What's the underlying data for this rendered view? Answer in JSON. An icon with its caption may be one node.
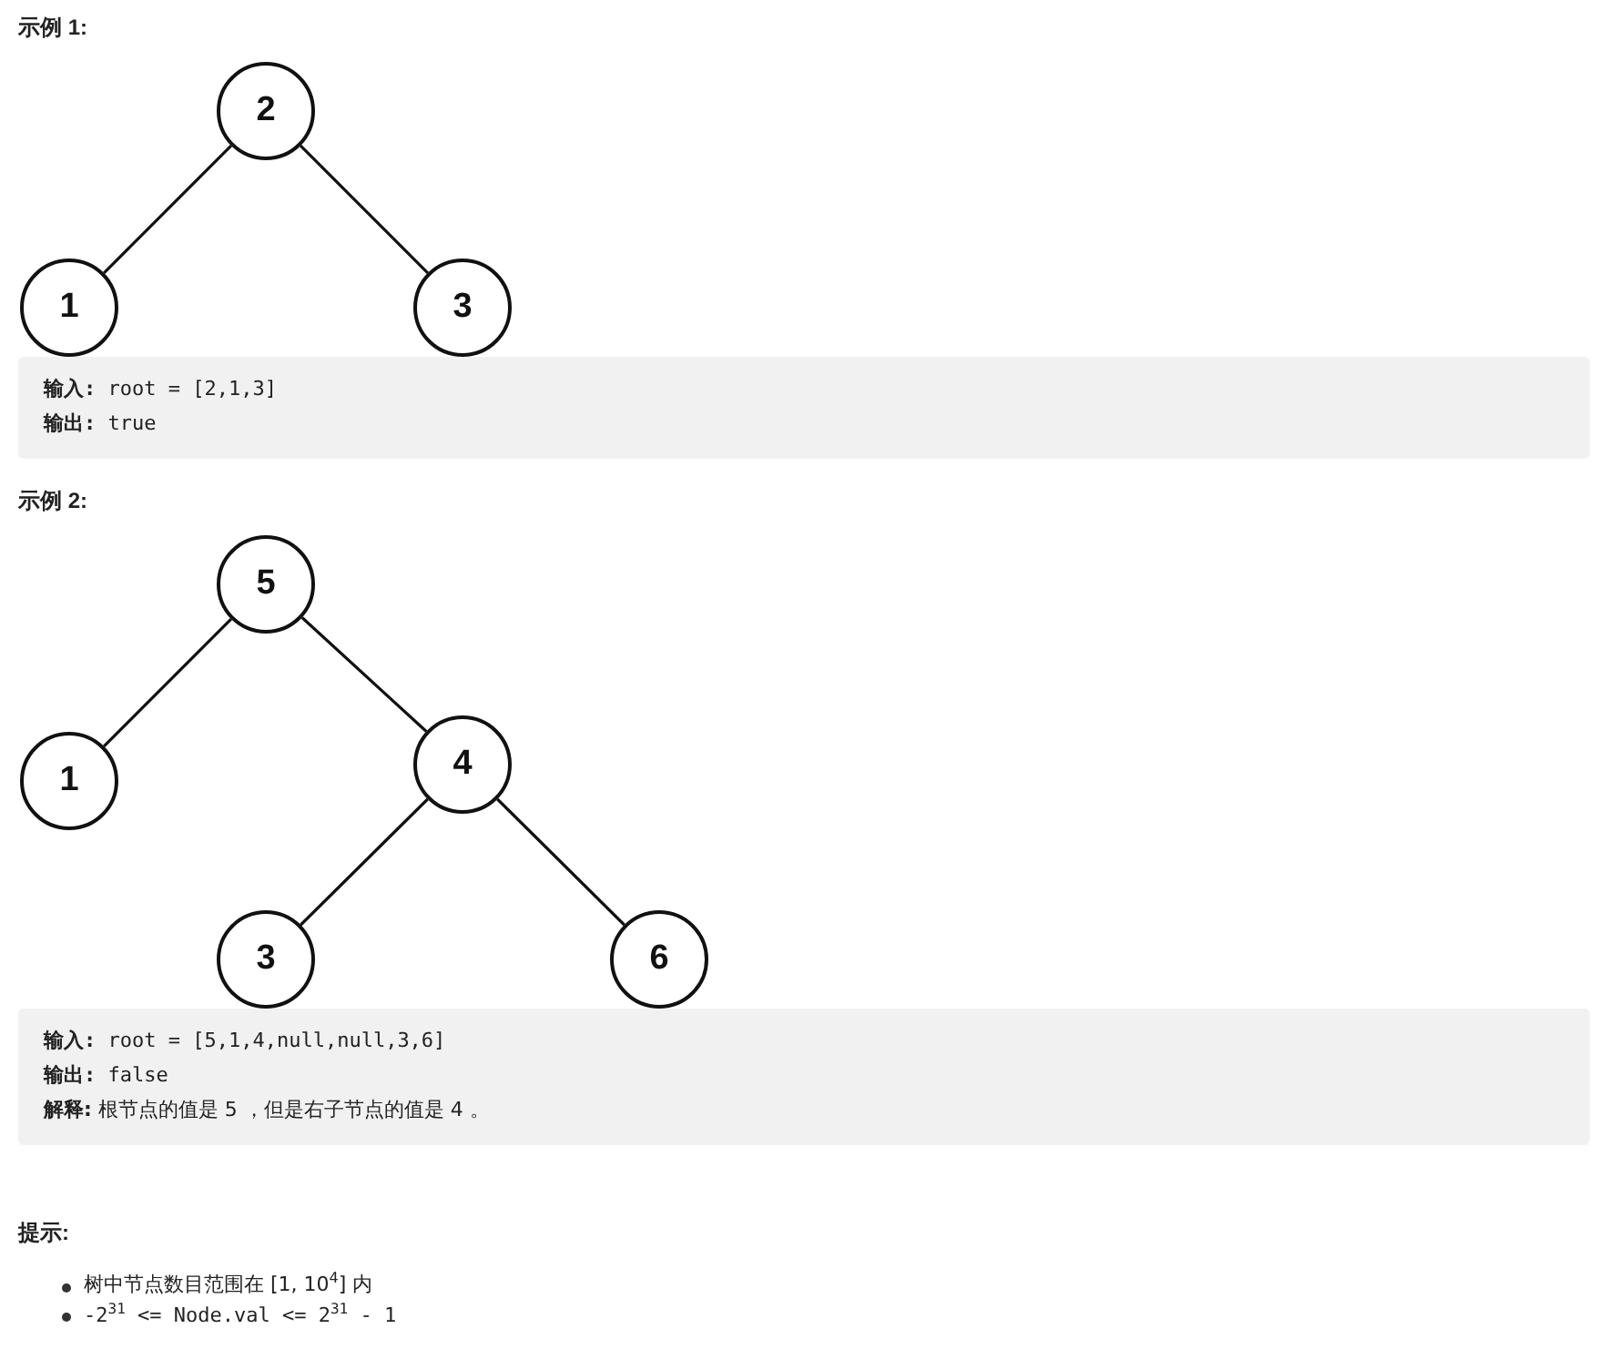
{
  "diagram": {
    "nodes": [
      {
        "text": [
          "2"
        ]
      },
      {
        "text": [
          "1"
        ]
      },
      {
        "text": [
          "3"
        ]
      },
      {
        "text": [
          "5"
        ]
      },
      {
        "text": [
          "1"
        ]
      },
      {
        "text": [
          "4"
        ]
      },
      {
        "text": [
          "3"
        ]
      },
      {
        "text": [
          "6"
        ]
      }
    ],
    "edges": [
      {
        "from": 0,
        "to": 1,
        "arrow": "none"
      },
      {
        "from": 0,
        "to": 2,
        "arrow": "none"
      },
      {
        "from": 3,
        "to": 4,
        "arrow": "none"
      },
      {
        "from": 3,
        "to": 5,
        "arrow": "none"
      },
      {
        "from": 5,
        "to": 6,
        "arrow": "none"
      },
      {
        "from": 5,
        "to": 7,
        "arrow": "none"
      }
    ],
    "labels": [
      "示例 1:",
      "**输入:** root = [2,1,3]",
      "**输出:** true",
      "示例 2:",
      "**输入:** root = [5,1,4,null,null,3,6]",
      "**输出:** false",
      "**解释:** 根节点的值是 5 ，但是右子节点的值是 4 。",
      "提示:",
      "树中节点数目范围在 [1, 10$^{4}$] 内",
      "-2$^{31}$ <= Node.val <= 2$^{31}$ - 1"
    ]
  }
}
